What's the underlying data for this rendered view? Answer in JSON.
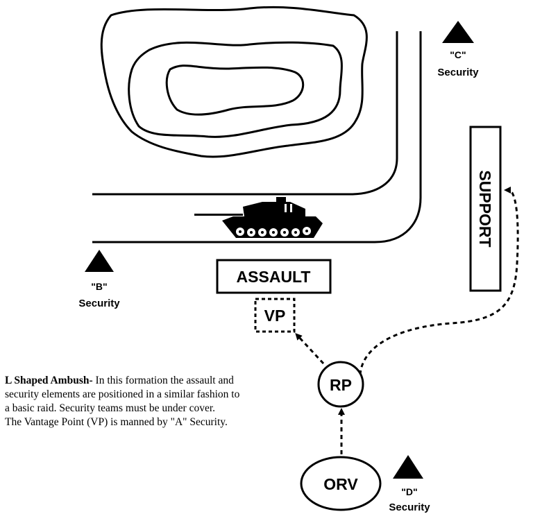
{
  "boxes": {
    "assault": "ASSAULT",
    "vp": "VP",
    "support": "SUPPORT"
  },
  "points": {
    "rp": "RP",
    "orv": "ORV"
  },
  "security": {
    "b": {
      "name": "\"B\"",
      "label": "Security"
    },
    "c": {
      "name": "\"C\"",
      "label": "Security"
    },
    "d": {
      "name": "\"D\"",
      "label": "Security"
    }
  },
  "caption": {
    "title": "L Shaped Ambush-",
    "lines": [
      "In this formation the assault and",
      "security elements are positioned in a similar fashion to",
      "a basic raid. Security teams must be under cover.",
      "The Vantage Point (VP) is manned by \"A\" Security."
    ]
  },
  "colors": {
    "ink": "#000000",
    "paper": "#ffffff"
  },
  "icons": [
    "triangle-marker-icon",
    "tank-icon",
    "dashed-arrow-icon"
  ]
}
